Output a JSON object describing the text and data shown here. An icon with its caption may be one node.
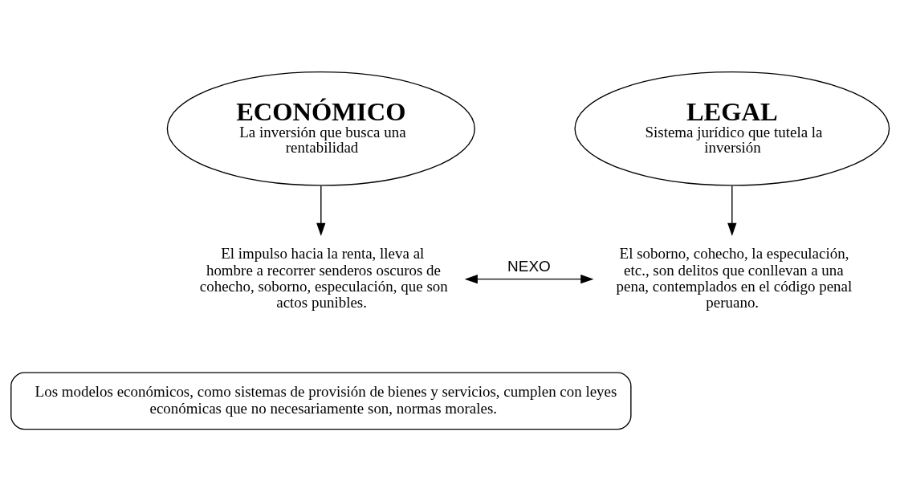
{
  "diagram": {
    "nodes": [
      {
        "text": [
          "ECONÓMICO",
          "La inversión que busca una rentabilidad"
        ]
      },
      {
        "text": [
          "LEGAL",
          "Sistema jurídico que tutela la inversión"
        ]
      },
      {
        "text": [
          "El impulso hacia la renta, lleva al hombre a recorrer senderos oscuros de cohecho, soborno, especulación, que son actos punibles."
        ]
      },
      {
        "text": [
          "El soborno, cohecho, la especulación, etc., son delitos que conllevan a una pena, contemplados en el código penal peruano."
        ]
      },
      {
        "text": [
          "Los modelos económicos, como sistemas de provisión de bienes y servicios, cumplen con leyes económicas que no necesariamente son, normas morales."
        ]
      }
    ],
    "edges": [
      {
        "from": 0,
        "to": 2,
        "arrow": "to"
      },
      {
        "from": 1,
        "to": 3,
        "arrow": "to"
      },
      {
        "from": 2,
        "to": 3,
        "arrow": "both",
        "label": "NEXO"
      }
    ]
  }
}
